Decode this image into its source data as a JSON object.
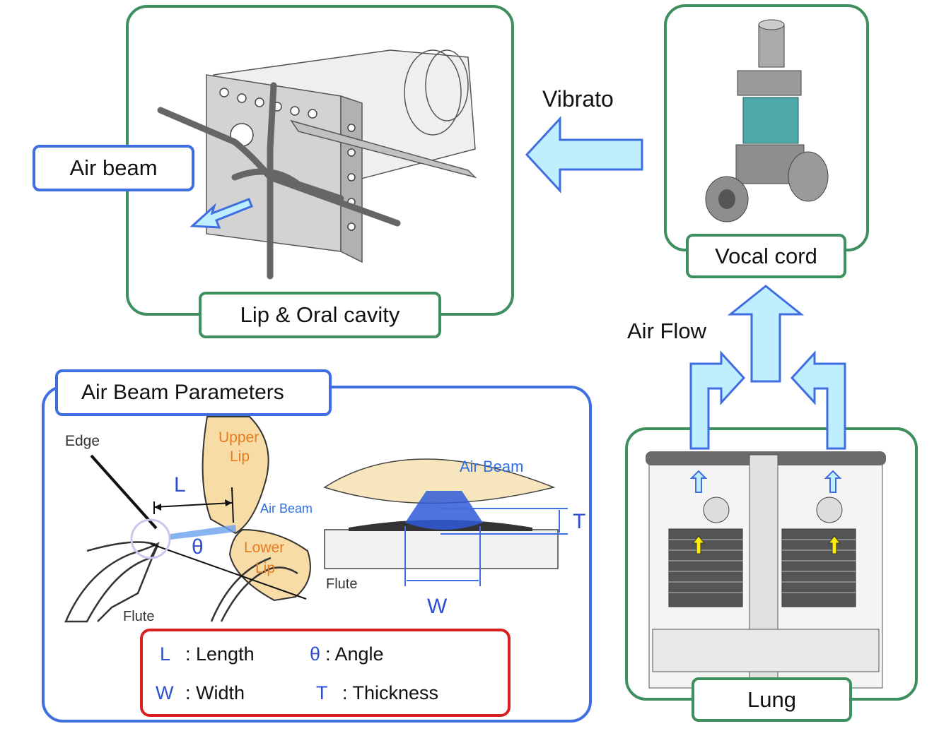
{
  "panels": {
    "lip_oral": {
      "label": "Lip & Oral cavity"
    },
    "vocal": {
      "label": "Vocal cord"
    },
    "lung": {
      "label": "Lung"
    },
    "params": {
      "title": "Air Beam Parameters"
    }
  },
  "callout_air_beam": "Air beam",
  "arrows": {
    "vibrato": "Vibrato",
    "air_flow": "Air Flow"
  },
  "lip_diagram": {
    "edge": "Edge",
    "upper_lip_1": "Upper",
    "upper_lip_2": "Lip",
    "lower_lip_1": "Lower",
    "lower_lip_2": "Lip",
    "air_beam": "Air Beam",
    "flute": "Flute",
    "L": "L",
    "theta": "θ"
  },
  "section_diagram": {
    "air_beam": "Air Beam",
    "flute": "Flute",
    "T": "T",
    "W": "W"
  },
  "legend": {
    "L_sym": "L",
    "L_txt": ": Length",
    "theta_sym": "θ",
    "theta_txt": ":  Angle",
    "W_sym": "W",
    "W_txt": ": Width",
    "T_sym": "T",
    "T_txt": ": Thickness"
  },
  "colors": {
    "panel_green": "#3e8f5e",
    "panel_blue": "#3f6ee0",
    "legend_red": "#d92020",
    "arrow_fill": "#bfefff",
    "arrow_stroke": "#3f6ee0",
    "lip_fill": "#f7dca6",
    "lip_text": "#e87a1e"
  }
}
